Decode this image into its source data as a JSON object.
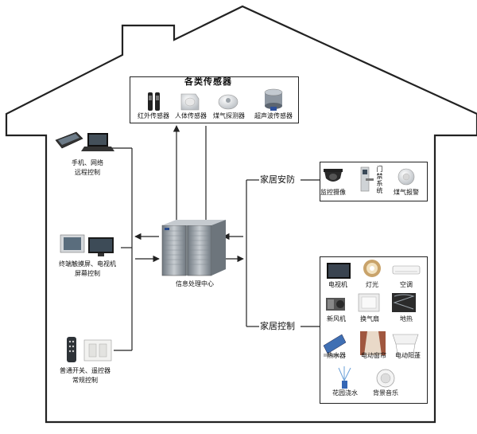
{
  "sensors": {
    "title": "各类传感器",
    "items": [
      {
        "label": "红外传感器",
        "icon": "infrared-sensor-icon"
      },
      {
        "label": "人体传感器",
        "icon": "motion-sensor-icon"
      },
      {
        "label": "煤气探测器",
        "icon": "gas-detector-icon"
      },
      {
        "label": "超声波传感器",
        "icon": "ultrasonic-sensor-icon"
      }
    ]
  },
  "center": {
    "label": "信息处理中心",
    "icon": "server-cabinet-icon"
  },
  "left_devices": [
    {
      "line1": "手机、网络",
      "line2": "远程控制",
      "icon": "phone-laptop-icon"
    },
    {
      "line1": "终端触摸屏、电视机",
      "line2": "屏幕控制",
      "icon": "touchscreen-monitor-icon"
    },
    {
      "line1": "普通开关、遥控器",
      "line2": "常规控制",
      "icon": "switch-remote-icon"
    }
  ],
  "security": {
    "label": "家居安防",
    "items": [
      {
        "label": "监控摄像",
        "icon": "camera-icon"
      },
      {
        "label": "门禁系统",
        "icon": "door-lock-icon"
      },
      {
        "label": "煤气报警",
        "icon": "gas-alarm-icon"
      }
    ]
  },
  "control": {
    "label": "家居控制",
    "items": [
      {
        "label": "电视机",
        "icon": "tv-icon"
      },
      {
        "label": "灯光",
        "icon": "ceiling-light-icon"
      },
      {
        "label": "空调",
        "icon": "air-conditioner-icon"
      },
      {
        "label": "新风机",
        "icon": "fresh-air-unit-icon"
      },
      {
        "label": "换气扇",
        "icon": "exhaust-fan-icon"
      },
      {
        "label": "地热",
        "icon": "floor-heating-icon"
      },
      {
        "label": "热水器",
        "icon": "water-heater-icon"
      },
      {
        "label": "电动窗帘",
        "icon": "curtain-icon"
      },
      {
        "label": "电动阳蓬",
        "icon": "awning-icon"
      },
      {
        "label": "花园浇水",
        "icon": "sprinkler-icon"
      },
      {
        "label": "背景音乐",
        "icon": "speaker-icon"
      }
    ]
  },
  "colors": {
    "line": "#222222",
    "metal": "#9aa3ab",
    "dark": "#2b2b2b"
  }
}
